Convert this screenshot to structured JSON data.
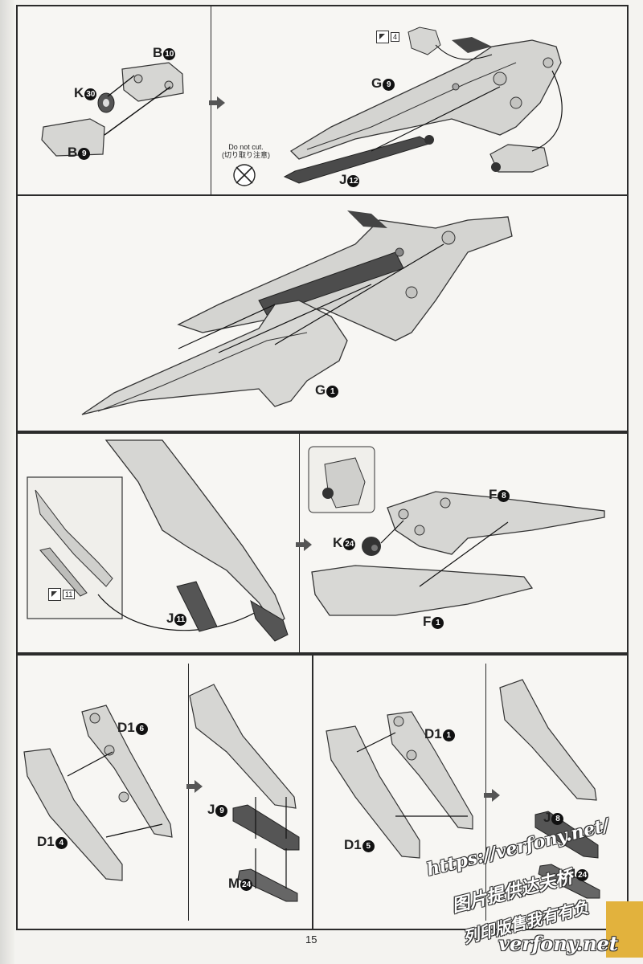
{
  "page": {
    "number": "15"
  },
  "step1": {
    "left": {
      "b10": "B",
      "b10_num": "10",
      "k30": "K",
      "k30_num": "30",
      "b9": "B",
      "b9_num": "9"
    },
    "right": {
      "g9": "G",
      "g9_num": "9",
      "j12": "J",
      "j12_num": "12",
      "ref_num": "4",
      "do_not_cut": "Do not cut.",
      "do_not_cut_jp": "(切り取り注意)"
    }
  },
  "step2": {
    "g1": "G",
    "g1_num": "1"
  },
  "step3": {
    "left": {
      "j11": "J",
      "j11_num": "11",
      "ref_num": "11"
    },
    "right": {
      "f8": "F",
      "f8_num": "8",
      "k24": "K",
      "k24_num": "24",
      "f1": "F",
      "f1_num": "1"
    }
  },
  "step4": {
    "a": {
      "d16": "D1",
      "d16_num": "6",
      "d14": "D1",
      "d14_num": "4"
    },
    "b": {
      "j9": "J",
      "j9_num": "9",
      "m24": "M",
      "m24_num": "24"
    },
    "c": {
      "d11": "D1",
      "d11_num": "1",
      "d15": "D1",
      "d15_num": "5"
    },
    "d": {
      "j8": "J",
      "j8_num": "8",
      "m24": "M",
      "m24_num": "24"
    }
  },
  "watermark": {
    "url": "https://verfony.net/",
    "line1": "图片提供达夫桥",
    "line2": "列印版售我有有负",
    "brand": "verfony.net"
  }
}
